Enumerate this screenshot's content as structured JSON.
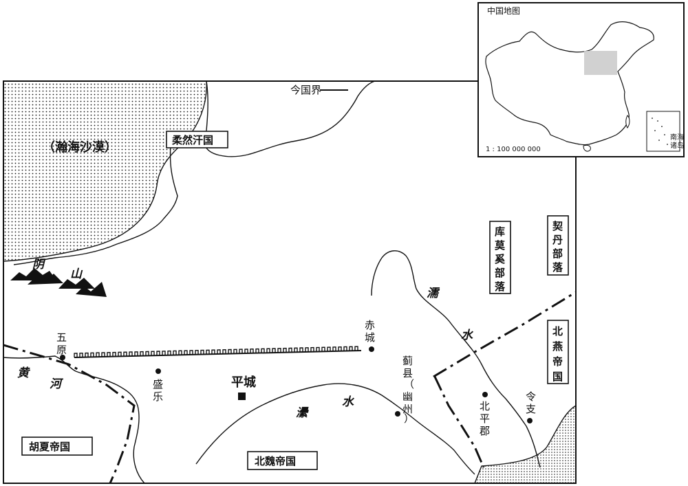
{
  "desert": {
    "label": "（瀚海沙漠）"
  },
  "legend": {
    "border_label": "今国界"
  },
  "mountain": {
    "chars": [
      "阴",
      "山"
    ]
  },
  "states": {
    "rouran": "柔然汗国",
    "kumoxi": [
      "库",
      "莫",
      "奚",
      "部",
      "落"
    ],
    "qidan": [
      "契",
      "丹",
      "部",
      "落"
    ],
    "beiyan": [
      "北",
      "燕",
      "帝",
      "国"
    ],
    "huxia": "胡夏帝国",
    "beiwei": "北魏帝国"
  },
  "rivers": {
    "yellow": [
      "黄",
      "河"
    ],
    "ru": [
      "濡",
      "水"
    ],
    "lei": [
      "㶟",
      "水"
    ]
  },
  "places": {
    "wuyuan": [
      "五",
      "原"
    ],
    "shengle": [
      "盛",
      "乐"
    ],
    "pingcheng": "平城",
    "chicheng": [
      "赤",
      "城"
    ],
    "jixian": [
      "蓟",
      "县",
      "（",
      "幽",
      "州",
      "）"
    ],
    "beiping": [
      "北",
      "平",
      "郡"
    ],
    "lingzhi": [
      "令",
      "支"
    ]
  },
  "inset": {
    "title": "中国地图",
    "scale": "1 : 100 000 000",
    "scs_label": [
      "南海",
      "诸岛"
    ]
  },
  "colors": {
    "ink": "#111111",
    "highlight": "#cccccc",
    "paper": "#ffffff"
  }
}
